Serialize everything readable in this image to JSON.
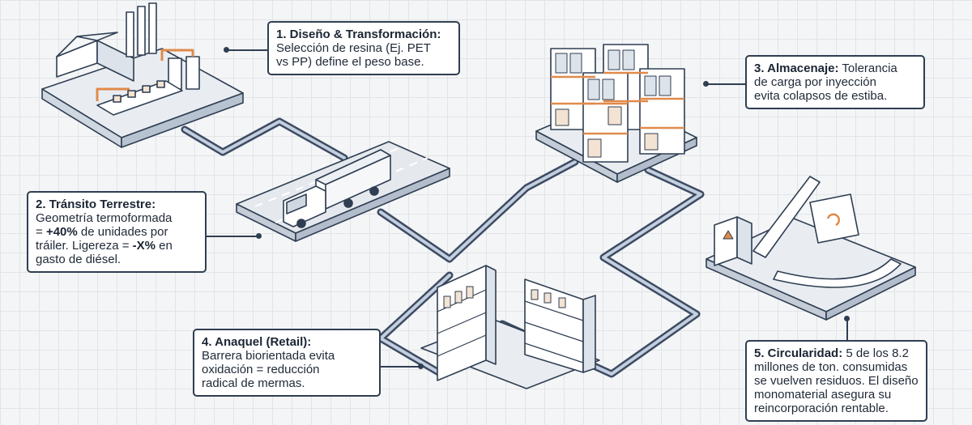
{
  "colors": {
    "grid": "#e1e4e8",
    "path_outer": "#3d4b63",
    "path_inner": "#c3cfdf",
    "line_art": "#2f3e52",
    "accent": "#e08a4a",
    "callout_border": "#2f3e52"
  },
  "stages": {
    "design": {
      "title": "1. Diseño & Transformación:",
      "lines": [
        "Selección de resina (Ej. PET",
        "vs PP) define el peso base."
      ]
    },
    "transit": {
      "title": "2. Tránsito Terrestre:",
      "line1": "Geometría termoformada",
      "line2_prefix": "= ",
      "line2_bold": "+40%",
      "line2_suffix": " de unidades por",
      "line3_prefix": "tráiler. Ligereza = ",
      "line3_bold": "-X%",
      "line3_suffix": " en",
      "line4": "gasto de diésel."
    },
    "storage": {
      "title": "3. Almacenaje:",
      "title_tail": " Tolerancia",
      "lines": [
        "de carga por inyección",
        "evita colapsos de estiba."
      ]
    },
    "retail": {
      "title": "4. Anaquel (Retail):",
      "lines": [
        "Barrera biorientada evita",
        "oxidación = reducción",
        "radical de mermas."
      ]
    },
    "circular": {
      "title": "5. Circularidad:",
      "title_tail": " 5 de los 8.2",
      "lines": [
        "millones de ton. consumidas",
        "se vuelven residuos. El diseño",
        "monomaterial asegura su",
        "reincorporación rentable."
      ]
    }
  },
  "icons": [
    "factory-icon",
    "truck-icon",
    "warehouse-rack-icon",
    "retail-shelf-icon",
    "recycling-plant-icon",
    "recycle-symbol-icon"
  ]
}
